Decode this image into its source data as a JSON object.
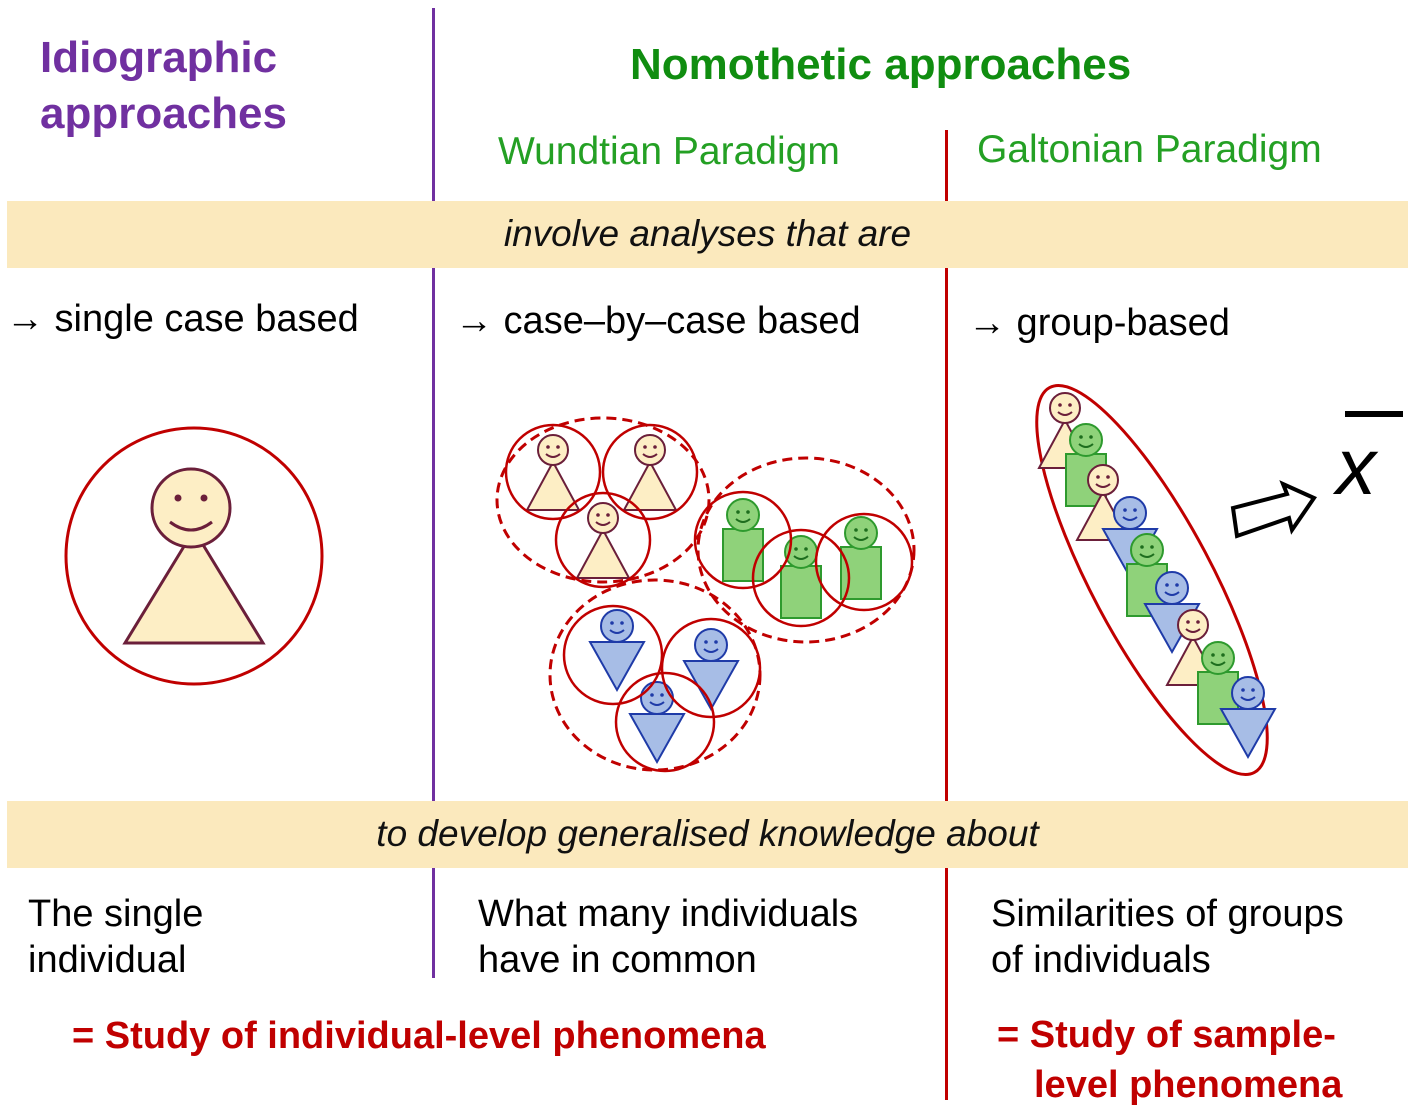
{
  "headers": {
    "idiographic": [
      "Idiographic",
      "approaches"
    ],
    "nomothetic": "Nomothetic approaches",
    "wundtian": "Wundtian Paradigm",
    "galtonian": "Galtonian Paradigm"
  },
  "bands": {
    "top": "involve analyses that are",
    "bottom": "to develop generalised knowledge about"
  },
  "analyses": {
    "idiographic": "→ single case based",
    "wundtian": "→ case–by–case based",
    "galtonian": "→ group-based"
  },
  "knowledge": {
    "idiographic": [
      "The single",
      "individual"
    ],
    "wundtian": [
      "What many individuals",
      "have in common"
    ],
    "galtonian": [
      "Similarities of groups",
      "of individuals"
    ]
  },
  "conclusions": {
    "individual": "= Study of individual-level phenomena",
    "sample": [
      "= Study of sample-",
      "level phenomena"
    ]
  },
  "mean_symbol": "x",
  "colors": {
    "purple": "#7030a0",
    "green": "#108d10",
    "red": "#c00000",
    "band": "#fbe9bd",
    "tan_fill": "#fdeec5",
    "tan_stroke": "#6b1f3a",
    "green_fill": "#8fd27a",
    "green_stroke": "#2e9a2e",
    "blue_fill": "#a7bde6",
    "blue_stroke": "#1f3ba8"
  },
  "icons": [
    "person-triangle-icon",
    "person-square-icon",
    "person-inverted-triangle-icon",
    "hollow-arrow-icon"
  ]
}
